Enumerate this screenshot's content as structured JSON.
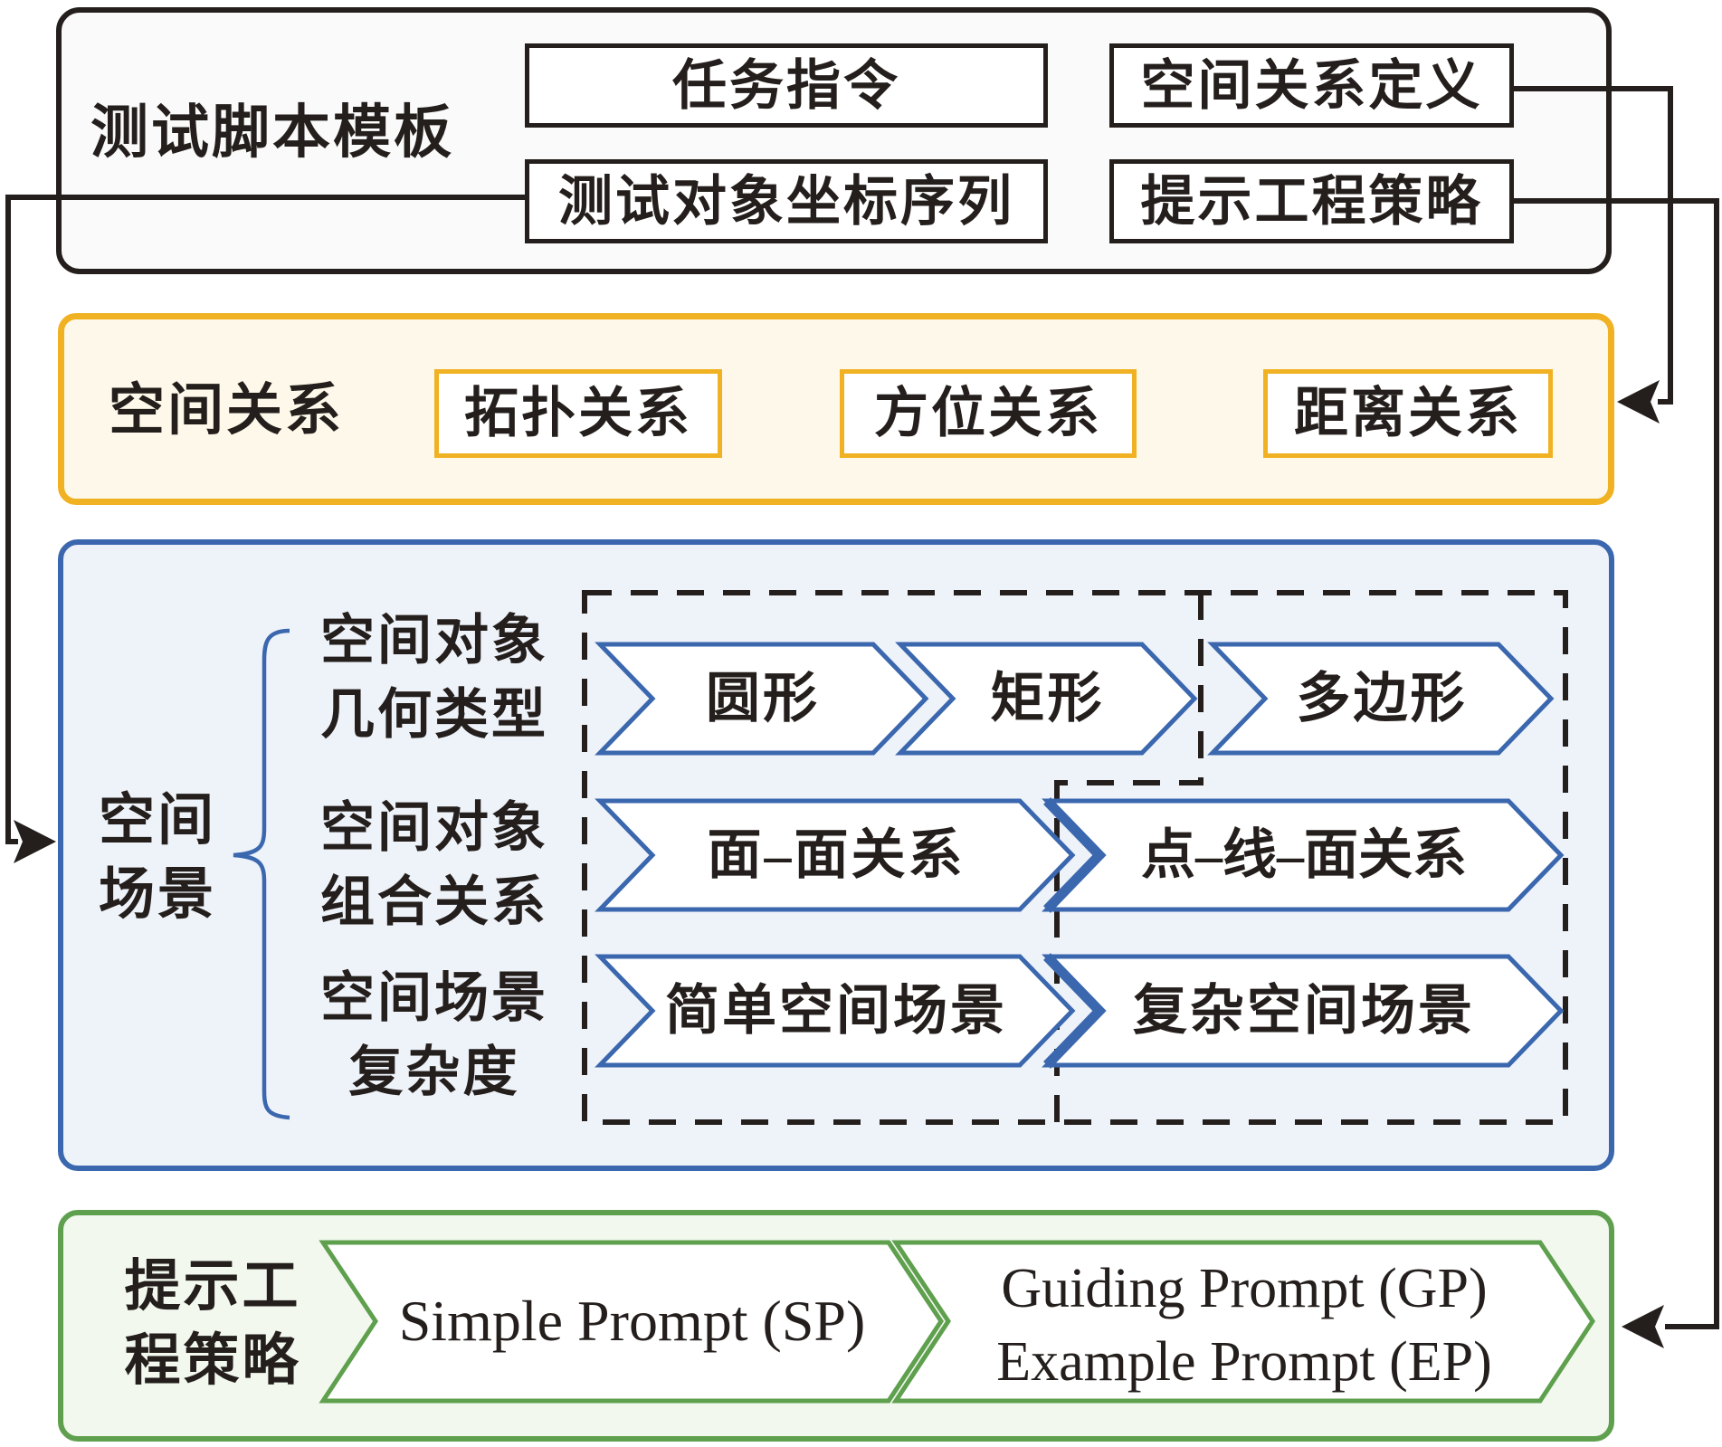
{
  "template_box": {
    "label": "测试脚本模板",
    "items": [
      "任务指令",
      "空间关系定义",
      "测试对象坐标序列",
      "提示工程策略"
    ]
  },
  "spatial_relations": {
    "label": "空间关系",
    "items": [
      "拓扑关系",
      "方位关系",
      "距离关系"
    ]
  },
  "spatial_scene": {
    "label_line1": "空间",
    "label_line2": "场景",
    "rows": [
      {
        "label_line1": "空间对象",
        "label_line2": "几何类型",
        "chevrons": [
          "圆形",
          "矩形",
          "多边形"
        ]
      },
      {
        "label_line1": "空间对象",
        "label_line2": "组合关系",
        "chevrons": [
          "面–面关系",
          "点–线–面关系"
        ]
      },
      {
        "label_line1": "空间场景",
        "label_line2": "复杂度",
        "chevrons": [
          "简单空间场景",
          "复杂空间场景"
        ]
      }
    ]
  },
  "prompt_strategies": {
    "label_line1": "提示工",
    "label_line2": "程策略",
    "chevron_simple": "Simple Prompt (SP)",
    "chevron_guiding": "Guiding Prompt (GP)",
    "chevron_example": "Example Prompt (EP)"
  },
  "colors": {
    "outline_black": "#241f1c",
    "accent_yellow": "#F0B122",
    "accent_blue": "#3A67AE",
    "accent_green": "#5FA04E",
    "fill_yellow": "#FDF8E9",
    "fill_blue": "#EEF2F9",
    "fill_green": "#F2F8EE",
    "fill_template": "#FAFAFA"
  }
}
